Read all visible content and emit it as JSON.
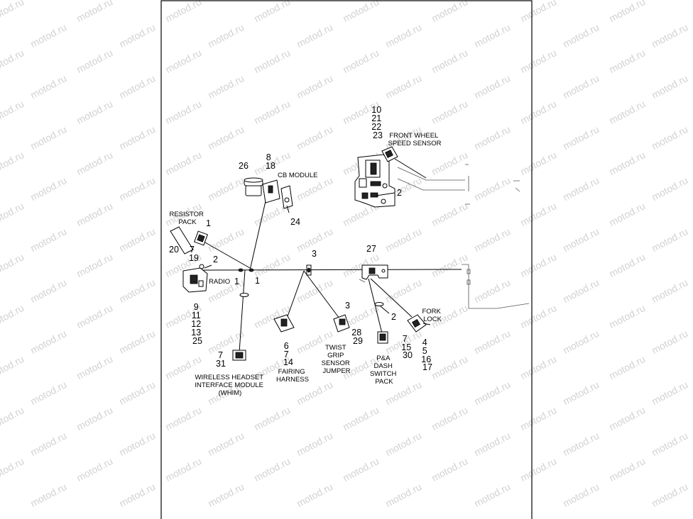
{
  "watermark": {
    "text": "motod.ru"
  },
  "labels": {
    "front_wheel_speed_sensor": [
      "FRONT WHEEL",
      "SPEED SENSOR"
    ],
    "cb_module": "CB MODULE",
    "resistor_pack": [
      "RESISTOR",
      "PACK"
    ],
    "radio": "RADIO",
    "fork_lock": [
      "FORK",
      "LOCK"
    ],
    "fairing_harness": [
      "FAIRING",
      "HARNESS"
    ],
    "twist_grip_sensor_jumper": [
      "TWIST",
      "GRIP",
      "SENSOR",
      "JUMPER"
    ],
    "pa_dash_switch_pack": [
      "P&A",
      "DASH",
      "SWITCH",
      "PACK"
    ],
    "whim": [
      "WIRELESS HEADSET",
      "INTERFACE MODULE",
      "(WHIM)"
    ]
  },
  "callouts": {
    "fwss_nums": [
      "10",
      "21",
      "22",
      "23"
    ],
    "fwss_2": "2",
    "cb_26": "26",
    "cb_nums": [
      "8",
      "18"
    ],
    "cb_24": "24",
    "resistor_1": "1",
    "resistor_20": "20",
    "resistor_7": "7",
    "resistor_19": "19",
    "radio_2": "2",
    "junction_1a": "1",
    "junction_1b": "1",
    "radio_nums": [
      "9",
      "11",
      "12",
      "13",
      "25"
    ],
    "clip_3": "3",
    "bracket_27": "27",
    "dash_2": "2",
    "fairing_nums": [
      "6",
      "7",
      "14"
    ],
    "twist_3": "3",
    "twist_nums": [
      "28",
      "29"
    ],
    "pa_nums": [
      "7",
      "15",
      "30"
    ],
    "fork_nums": [
      "4",
      "5",
      "16",
      "17"
    ],
    "whim_7": "7",
    "whim_31": "31"
  }
}
